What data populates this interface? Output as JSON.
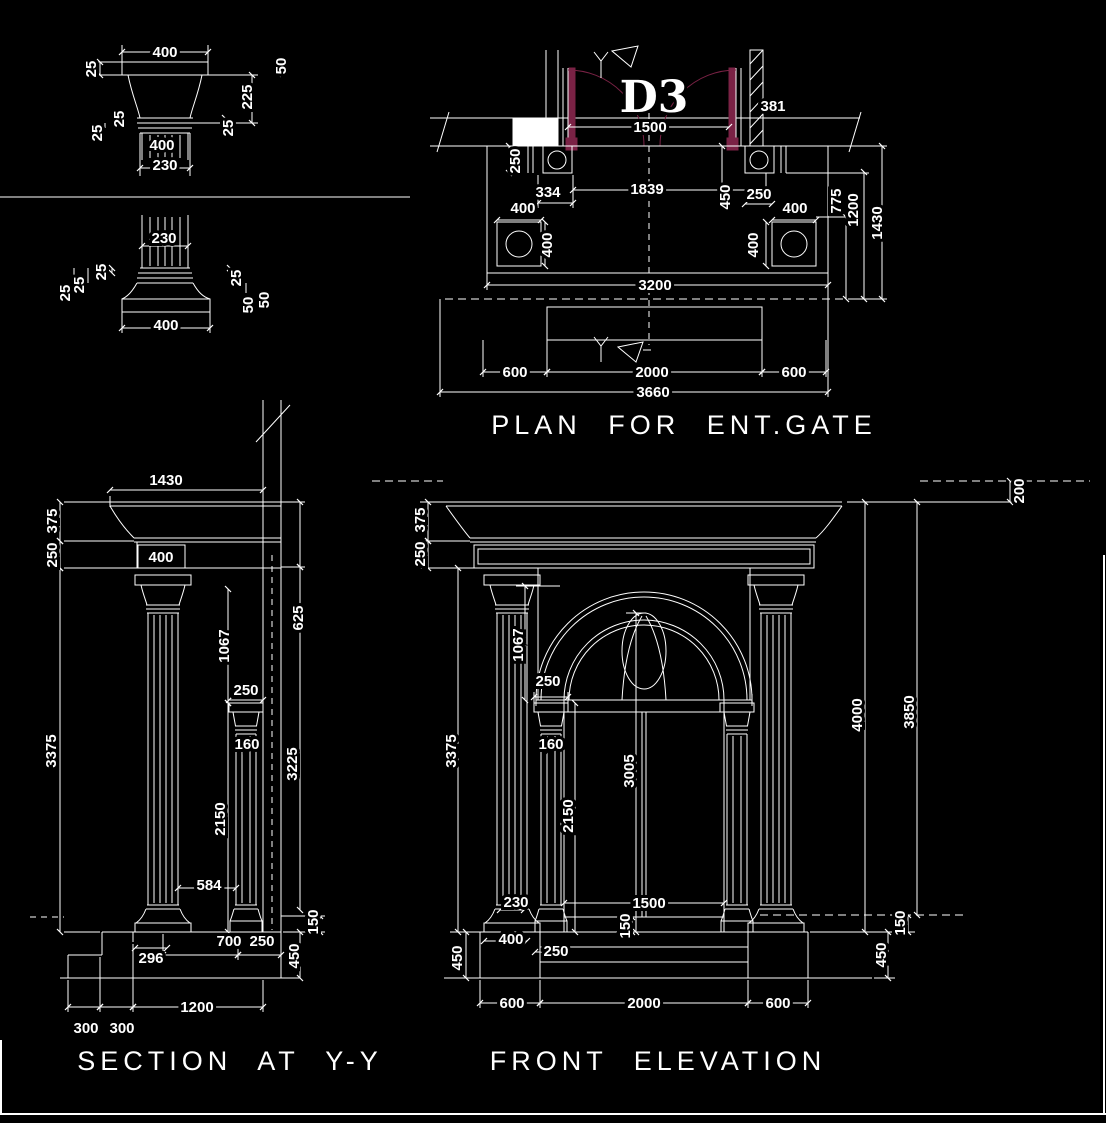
{
  "colors": {
    "background": "#000000",
    "line": "#ffffff",
    "door_swing": "#7a2245"
  },
  "capital": {
    "w400_top": "400",
    "h25_abacus": "25",
    "h50": "50",
    "h225_bell": "225",
    "h25_ring1": "25",
    "h25_ring2": "25",
    "h25_ring_r": "25",
    "w400_mid": "400",
    "w230_neck": "230"
  },
  "base": {
    "w230_neck": "230",
    "h25_r1": "25",
    "h25_r2": "25",
    "h25_r3": "25",
    "h25_right": "25",
    "h50_a": "50",
    "h50_b": "50",
    "w400_bottom": "400"
  },
  "plan": {
    "title": "PLAN FOR ENT.GATE",
    "door_label": "D3",
    "w1500": "1500",
    "w381": "381",
    "d250_pier": "250",
    "w334": "334",
    "w400_l": "400",
    "w1839": "1839",
    "d450": "450",
    "w250_r": "250",
    "w400_r": "400",
    "d400_l": "400",
    "d400_r": "400",
    "v775": "775",
    "v1200": "1200",
    "v1430": "1430",
    "w3200": "3200",
    "w600_l": "600",
    "w2000": "2000",
    "w600_r": "600",
    "w3660": "3660"
  },
  "section": {
    "title": "SECTION AT Y-Y",
    "w1430": "1430",
    "h375": "375",
    "h250": "250",
    "w400_beam": "400",
    "h625": "625",
    "h3375": "3375",
    "h1067": "1067",
    "w250_cap": "250",
    "w160": "160",
    "h2150": "2150",
    "h3225": "3225",
    "w584": "584",
    "w296": "296",
    "w700": "700",
    "w250_wall": "250",
    "h450": "450",
    "h150": "150",
    "w1200": "1200",
    "w300_a": "300",
    "w300_b": "300"
  },
  "elevation": {
    "title": "FRONT ELEVATION",
    "h375": "375",
    "h250": "250",
    "h3375": "3375",
    "h1067": "1067",
    "w250_cap": "250",
    "w160": "160",
    "h2150": "2150",
    "h3005": "3005",
    "w230": "230",
    "w400": "400",
    "w250_base": "250",
    "w1500": "1500",
    "h150_sill": "150",
    "h450_l": "450",
    "w600_l": "600",
    "w2000": "2000",
    "w600_r": "600",
    "h450_r": "450",
    "h150_r": "150",
    "h4000": "4000",
    "h3850": "3850",
    "h200": "200"
  }
}
